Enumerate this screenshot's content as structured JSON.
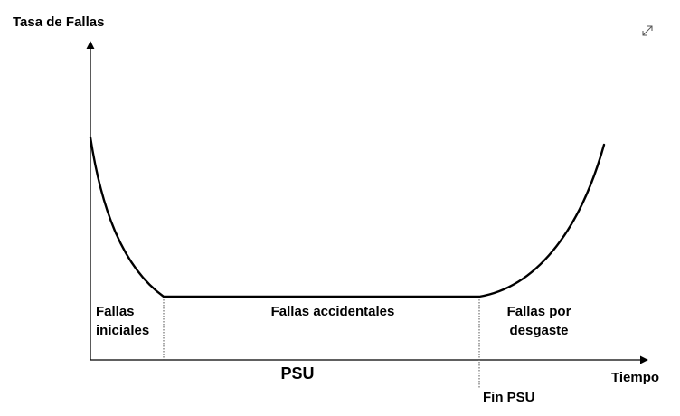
{
  "diagram": {
    "y_axis_label": "Tasa de Fallas",
    "x_axis_label": "Tiempo",
    "regions": {
      "initial": [
        "Fallas",
        "iniciales"
      ],
      "accidental": "Fallas accidentales",
      "wearout": [
        "Fallas por",
        "desgaste"
      ]
    },
    "period_label": "PSU",
    "end_marker_label": "Fin PSU"
  },
  "controls": {
    "expand_icon": "expand-icon"
  },
  "colors": {
    "ink": "#000000",
    "background": "#ffffff",
    "icon": "#555555"
  }
}
